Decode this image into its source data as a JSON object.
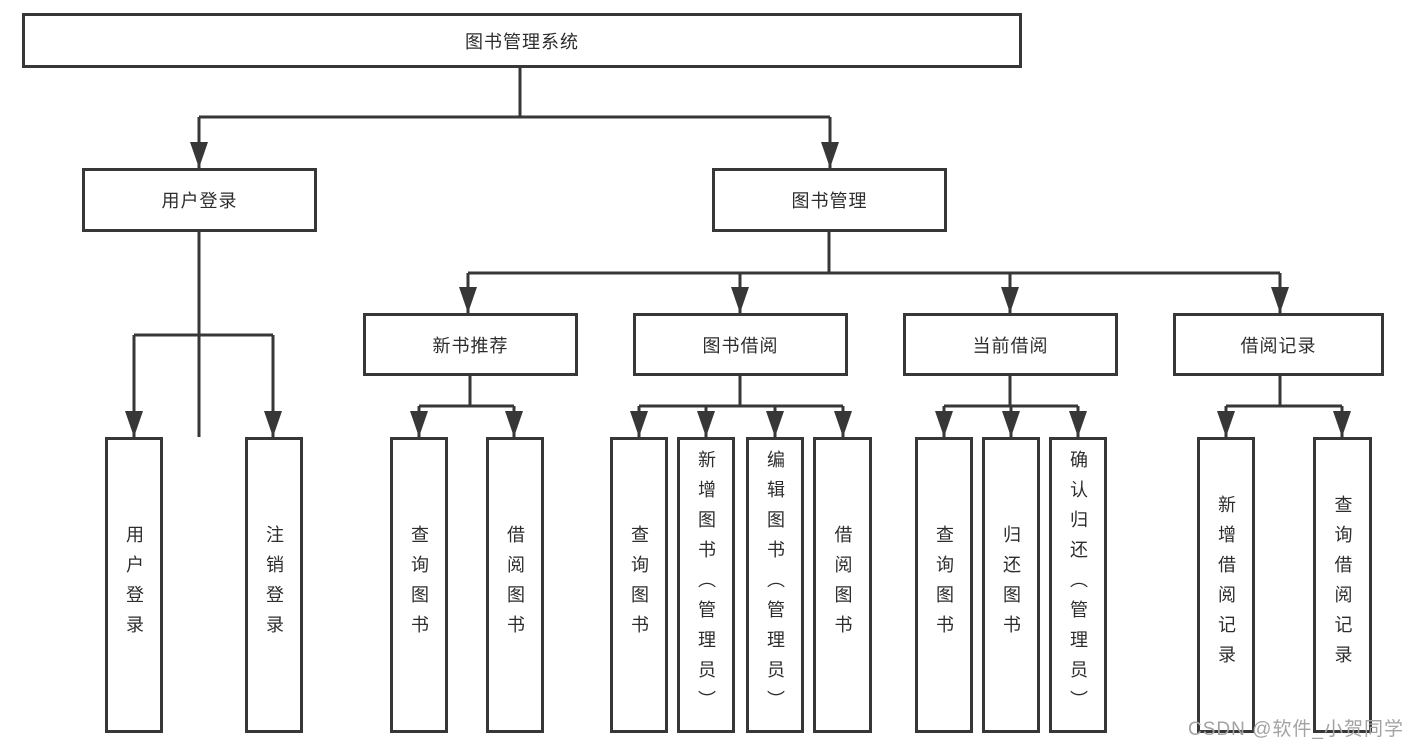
{
  "diagram": {
    "title": "图书管理系统",
    "watermark": "CSDN @软件_小贺同学",
    "colors": {
      "line": "#373737",
      "text": "#2d2d2d",
      "watermark": "#a3a3a3",
      "background": "#ffffff"
    },
    "level2": [
      {
        "label": "用户登录"
      },
      {
        "label": "图书管理"
      }
    ],
    "level3": [
      {
        "label": "新书推荐",
        "parent": "图书管理"
      },
      {
        "label": "图书借阅",
        "parent": "图书管理"
      },
      {
        "label": "当前借阅",
        "parent": "图书管理"
      },
      {
        "label": "借阅记录",
        "parent": "图书管理"
      }
    ],
    "leaves": [
      {
        "label": "用户登录",
        "parent": "用户登录"
      },
      {
        "label": "注销登录",
        "parent": "用户登录"
      },
      {
        "label": "查询图书",
        "parent": "新书推荐"
      },
      {
        "label": "借阅图书",
        "parent": "新书推荐"
      },
      {
        "label": "查询图书",
        "parent": "图书借阅"
      },
      {
        "label": "新增图书（管理员）",
        "parent": "图书借阅"
      },
      {
        "label": "编辑图书（管理员）",
        "parent": "图书借阅"
      },
      {
        "label": "借阅图书",
        "parent": "图书借阅"
      },
      {
        "label": "查询图书",
        "parent": "当前借阅"
      },
      {
        "label": "归还图书",
        "parent": "当前借阅"
      },
      {
        "label": "确认归还（管理员）",
        "parent": "当前借阅"
      },
      {
        "label": "新增借阅记录",
        "parent": "借阅记录"
      },
      {
        "label": "查询借阅记录",
        "parent": "借阅记录"
      }
    ]
  }
}
